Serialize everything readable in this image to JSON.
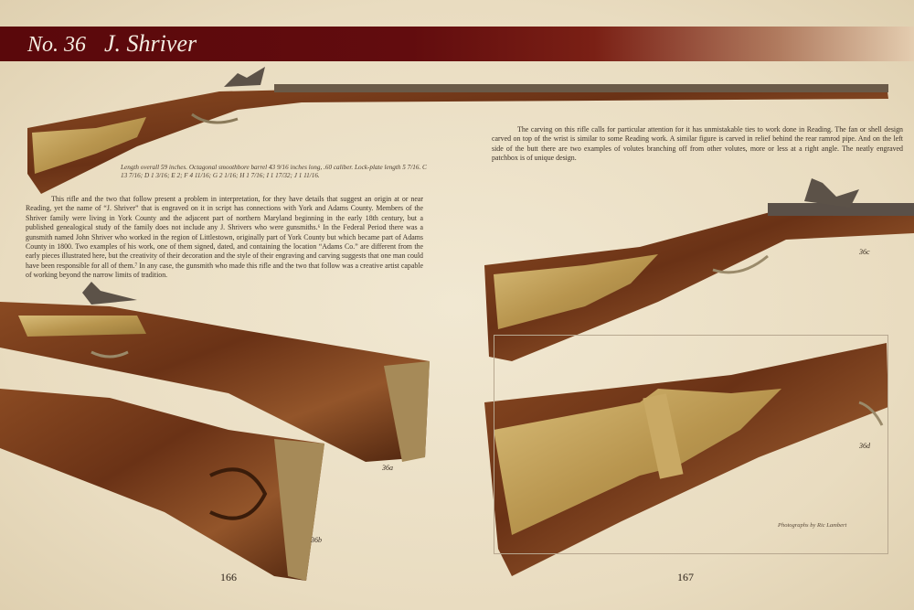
{
  "header": {
    "number": "No. 36",
    "maker": "J. Shriver"
  },
  "caption": "Length overall 59 inches. Octagonal smoothbore barrel 43 9/16 inches long, .60 caliber. Lock-plate length 5 7/16. C 13 7/16; D 1 3/16; E 2; F 4 11/16; G 2 1/16; H 1 7/16; I 1 17/32; J 1 11/16.",
  "left_paragraph": "This rifle and the two that follow present a problem in interpretation, for they have details that suggest an origin at or near Reading, yet the name of “J. Shriver” that is engraved on it in script has connections with York and Adams County. Members of the Shriver family were living in York County and the adjacent part of northern Maryland beginning in the early 18th century, but a published genealogical study of the family does not include any J. Shrivers who were gunsmiths.⁶ In the Federal Period there was a gunsmith named John Shriver who worked in the region of Littlestown, originally part of York County but which became part of Adams County in 1800. Two examples of his work, one of them signed, dated, and containing the location “Adams Co.” are different from the early pieces illustrated here, but the creativity of their decoration and the style of their engraving and carving suggests that one man could have been responsible for all of them.⁷ In any case, the gunsmith who made this rifle and the two that follow was a creative artist capable of working beyond the narrow limits of tradition.",
  "right_paragraph": "The carving on this rifle calls for particular attention for it has unmistakable ties to work done in Reading. The fan or shell design carved on top of the wrist is similar to some Reading work. A similar figure is carved in relief behind the rear ramrod pipe. And on the left side of the butt there are two examples of volutes branching off from other volutes, more or less at a right angle. The neatly engraved patchbox is of unique design.",
  "figure_labels": {
    "a": "36a",
    "b": "36b",
    "c": "36c",
    "d": "36d"
  },
  "credit": "Photographs by Ric Lambert",
  "page_numbers": {
    "left": "166",
    "right": "167"
  },
  "colors": {
    "banner": "#5a080b",
    "wood": "#7a3e1a",
    "brass": "#c8a860",
    "paper": "#ede3cc"
  }
}
